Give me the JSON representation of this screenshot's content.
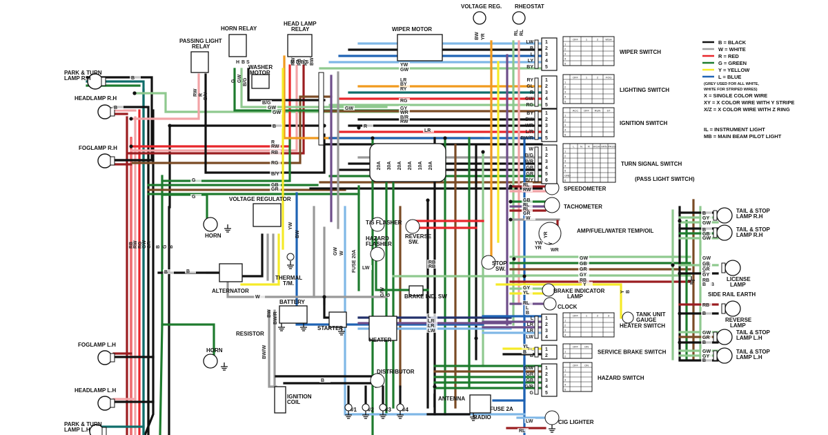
{
  "legend": {
    "colors": [
      {
        "code": "B",
        "label": "B = BLACK",
        "hex": "#111111"
      },
      {
        "code": "W",
        "label": "W = WHITE",
        "hex": "#9e9e9e"
      },
      {
        "code": "R",
        "label": "R = RED",
        "hex": "#e8262b"
      },
      {
        "code": "G",
        "label": "G = GREEN",
        "hex": "#1e7b2e"
      },
      {
        "code": "Y",
        "label": "Y = YELLOW",
        "hex": "#f5ea28"
      },
      {
        "code": "L",
        "label": "L = BLUE",
        "hex": "#1f63b4"
      }
    ],
    "note1": "(GREY USED FOR ALL WHITE,",
    "note2": "WHITE FOR STRIPED WIRES)",
    "rule1": "X = SINGLE COLOR WIRE",
    "rule2": "XY = X COLOR WIRE WITH Y STRIPE",
    "rule3": "X/Z = X COLOR WIRE WITH Z RING",
    "abbr1": "IL = INSTRUMENT LIGHT",
    "abbr2": "MB = MAIN BEAM PILOT LIGHT"
  },
  "extra_colors": {
    "brown": "#7a4b25",
    "teal": "#0f6d6a",
    "pink": "#f2a3a6",
    "lightgreen": "#8fc98f",
    "orange": "#f19a1e",
    "purple": "#6e4e8a",
    "darkred": "#9b1d20",
    "lightblue": "#7fb7e6",
    "navy": "#23306b",
    "olive": "#9a9a3a"
  },
  "components": {
    "park_turn_rh": "PARK & TURN",
    "park_turn_rh2": "LAMP R.H",
    "headlamp_rh": "HEADLAMP R.H",
    "foglamp_rh": "FOGLAMP R.H",
    "foglamp_lh": "FOGLAMP L.H",
    "headlamp_lh": "HEADLAMP L.H",
    "park_turn_lh": "PARK & TURN",
    "park_turn_lh2": "LAMP L.H",
    "passing_relay": "PASSING LIGHT",
    "passing_relay2": "RELAY",
    "horn_relay": "HORN RELAY",
    "headlamp_relay": "HEAD LAMP",
    "headlamp_relay2": "RELAY",
    "washer_motor": "WASHER",
    "washer_motor2": "MOTOR",
    "wiper_motor": "WIPER MOTOR",
    "voltage_reg_gauge": "VOLTAGE REG.",
    "rheostat": "RHEOSTAT",
    "horn_top": "HORN",
    "horn_bottom": "HORN",
    "voltage_regulator": "VOLTAGE REGULATOR",
    "alternator": "ALTERNATOR",
    "thermal": "THERMAL",
    "thermal2": "T/M.",
    "battery": "BATTERY",
    "resistor": "RESISTOR",
    "starter": "STARTER",
    "ts_flasher": "T/S FLASHER",
    "hazard_flasher": "HAZARD",
    "hazard_flasher2": "FLASHER",
    "reverse_sw": "REVERSE",
    "reverse_sw2": "SW.",
    "stop_sw": "STOP",
    "stop_sw2": "SW.",
    "brake_ind_sw": "BRAKE IND. SW",
    "heater": "HEATER",
    "distributor": "DISTRIBUTOR",
    "ignition_coil": "IGNITION",
    "ignition_coil2": "COIL",
    "antenna": "ANTENNA",
    "radio": "RADIO",
    "fuse_2a": "FUSE 2A",
    "fuse_20a": "FUSE 20A",
    "speedometer": "SPEEDOMETER",
    "tachometer": "TACHOMETER",
    "amp_gauge": "AMP/FUEL/WATER TEMP/OIL",
    "brake_lamp": "BRAKE INDICATOR",
    "brake_lamp2": "LAMP",
    "clock": "CLOCK",
    "cig_lighter": "CIG LIGHTER",
    "tank_unit": "TANK UNIT",
    "tank_unit2": "GAUGE",
    "tail_stop_rh1": "TAIL & STOP",
    "tail_stop_rh1b": "LAMP R.H",
    "tail_stop_rh2": "TAIL & STOP",
    "tail_stop_rh2b": "LAMP R.H",
    "license": "LICENSE",
    "license2": "LAMP",
    "side_rail": "SIDE RAIL EARTH",
    "reverse_lamp": "REVERSE",
    "reverse_lamp2": "LAMP",
    "tail_stop_lh1": "TAIL & STOP",
    "tail_stop_lh1b": "LAMP L.H",
    "tail_stop_lh2": "TAIL & STOP",
    "tail_stop_lh2b": "LAMP L.H",
    "spark": [
      "#1",
      "#2",
      "#3",
      "#4"
    ]
  },
  "fuse_box": [
    "20A",
    "30A",
    "20A",
    "20A",
    "10A",
    "20A"
  ],
  "switches": [
    {
      "name": "WIPER SWITCH",
      "wires": [
        "LW",
        "B",
        "L",
        "LY",
        "BY"
      ],
      "cols": [
        "OFF",
        "1",
        "2",
        "WSH"
      ],
      "rows": [
        "1",
        "2",
        "3",
        "4",
        "5"
      ]
    },
    {
      "name": "LIGHTING SWITCH",
      "wires": [
        "RY",
        "GL",
        "R",
        "GW",
        "RG"
      ],
      "cols": [
        "OFF",
        "1",
        "2",
        "FOG"
      ],
      "rows": [
        "1",
        "2",
        "3",
        "4",
        "5"
      ]
    },
    {
      "name": "IGNITION SWITCH",
      "wires": [
        "BY",
        "BW",
        "WR",
        "L/R",
        "BW/R"
      ],
      "cols": [
        "ACC",
        "OFF",
        "RUN",
        "ST"
      ],
      "rows": [
        "1",
        "2",
        "3",
        "4",
        "5"
      ]
    },
    {
      "name": "TURN SIGNAL SWITCH",
      "wires": [
        "W",
        "B/G",
        "B/R",
        "GB",
        "GR",
        "B/Y"
      ],
      "cols": [
        "L",
        "N",
        "R",
        "HIGH",
        "HRN",
        "PASS"
      ],
      "rows": [
        "1",
        "2",
        "3",
        "4",
        "5",
        "GND",
        "6"
      ]
    },
    {
      "name": "HEATER SWITCH",
      "wires": [
        "L",
        "LR",
        "LR",
        "LW"
      ],
      "cols": [
        "OFF",
        "1",
        "2",
        "3"
      ],
      "rows": [
        "1",
        "2",
        "3",
        "4"
      ]
    },
    {
      "name": "SERVICE BRAKE SWITCH",
      "wires": [
        "YL",
        "B"
      ],
      "cols": [
        "OFF",
        "ON"
      ],
      "rows": [
        "1",
        "2"
      ]
    },
    {
      "name": "HAZARD SWITCH",
      "wires": [
        "G/W",
        "GR",
        "GB",
        "G/R",
        "G"
      ],
      "cols": [
        "OFF",
        "ON"
      ],
      "rows": [
        "1",
        "2",
        "3",
        "4",
        "5"
      ]
    }
  ],
  "pass_light_switch": "(PASS LIGHT SWITCH)",
  "wire_labels": {
    "b": "B",
    "bg": "B/G",
    "gw": "GW",
    "r": "R",
    "rw": "RW",
    "rb": "RB",
    "rg": "RG",
    "by": "B/Y",
    "gb": "GB",
    "gr": "GR",
    "g": "G",
    "yw": "YW",
    "lr": "LR",
    "bys": "BY",
    "ry": "RY",
    "gy": "GY",
    "wr": "WR",
    "br": "B/R",
    "lw": "LW",
    "w": "W",
    "yl": "YL",
    "l": "L",
    "rl": "RL",
    "yr": "YR",
    "y": "Y",
    "bw": "BW",
    "bwr": "BW/R",
    "bww": "BW/W",
    "gslw": "G/W",
    "h": "H",
    "bs": "B S",
    "mdbs": "M D B S",
    "rl2": "RL",
    "bw2": "BW"
  }
}
